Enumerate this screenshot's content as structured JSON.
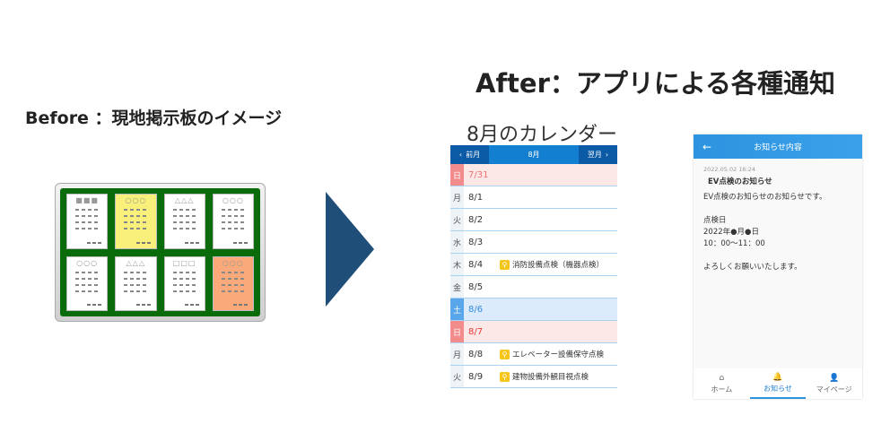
{
  "after_title": "After：アプリによる各種通知",
  "before_title": "Before ：現地掲示板のイメージ",
  "board": {
    "papers": [
      {
        "title": "■■■",
        "color": "#ffffff"
      },
      {
        "title": "○○○",
        "color": "#f8f07a"
      },
      {
        "title": "△△△",
        "color": "#ffffff"
      },
      {
        "title": "○○○",
        "color": "#ffffff"
      },
      {
        "title": "○○○",
        "color": "#ffffff"
      },
      {
        "title": "△△△",
        "color": "#ffffff"
      },
      {
        "title": "□□□",
        "color": "#ffffff"
      },
      {
        "title": "○○○",
        "color": "#f9a97a"
      }
    ]
  },
  "calendar": {
    "title": "8月のカレンダー",
    "prev": "前月",
    "month": "8月",
    "next": "翌月",
    "rows": [
      {
        "dow": "日",
        "date": "7/31",
        "event": "",
        "type": "sun first"
      },
      {
        "dow": "月",
        "date": "8/1",
        "event": ""
      },
      {
        "dow": "火",
        "date": "8/2",
        "event": ""
      },
      {
        "dow": "水",
        "date": "8/3",
        "event": ""
      },
      {
        "dow": "木",
        "date": "8/4",
        "event": "消防設備点検（機器点検）"
      },
      {
        "dow": "金",
        "date": "8/5",
        "event": ""
      },
      {
        "dow": "土",
        "date": "8/6",
        "event": "",
        "type": "sat"
      },
      {
        "dow": "日",
        "date": "8/7",
        "event": "",
        "type": "sun"
      },
      {
        "dow": "月",
        "date": "8/8",
        "event": "エレベーター設備保守点検"
      },
      {
        "dow": "火",
        "date": "8/9",
        "event": "建物設備外観目視点検"
      }
    ]
  },
  "notice": {
    "header": "お知らせ内容",
    "timestamp": "2022.05.02 16:24",
    "title": "EV点検のお知らせ",
    "lines": [
      "EV点検のお知らせのお知らせです。",
      "",
      "点検日",
      "2022年●月●日",
      "10：00〜11：00",
      "",
      "よろしくお願いいたします。"
    ],
    "nav": [
      {
        "label": "ホーム",
        "icon": "⌂"
      },
      {
        "label": "お知らせ",
        "icon": "🔔"
      },
      {
        "label": "マイページ",
        "icon": "👤"
      }
    ]
  }
}
